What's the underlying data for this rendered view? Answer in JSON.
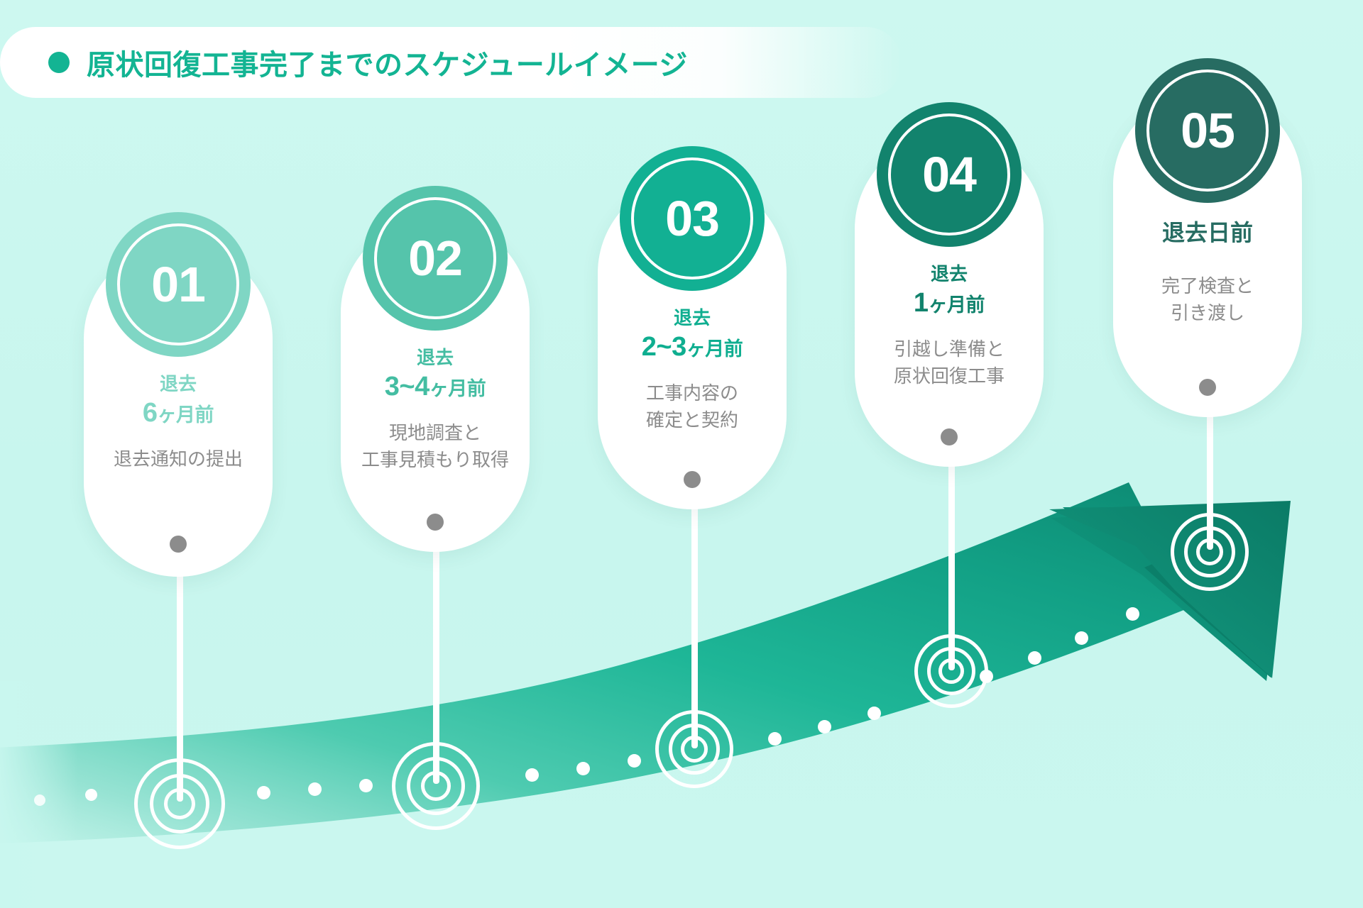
{
  "title": {
    "text": "原状回復工事完了までのスケジュールイメージ",
    "bullet_icon": "circle-bullet-icon",
    "color": "#13b493"
  },
  "colors": {
    "background": "#c9f7ef",
    "ribbon_start": "#9fe6d6",
    "ribbon_end": "#0e8f76",
    "card_background": "#ffffff",
    "description_text": "#8c8c8c",
    "card_dot": "#8c8c8c"
  },
  "steps": [
    {
      "number": "01",
      "when_line1": "退去",
      "when_line2_num": "6",
      "when_line2_unit": "ヶ月前",
      "desc_line1": "退去通知の提出",
      "desc_line2": "",
      "badge_color": "#7fd6c4",
      "text_color": "#7fd6c4"
    },
    {
      "number": "02",
      "when_line1": "退去",
      "when_line2_num": "3~4",
      "when_line2_unit": "ヶ月前",
      "desc_line1": "現地調査と",
      "desc_line2": "工事見積もり取得",
      "badge_color": "#55c4ab",
      "text_color": "#44bda2"
    },
    {
      "number": "03",
      "when_line1": "退去",
      "when_line2_num": "2~3",
      "when_line2_unit": "ヶ月前",
      "desc_line1": "工事内容の",
      "desc_line2": "確定と契約",
      "badge_color": "#12b093",
      "text_color": "#0fae90"
    },
    {
      "number": "04",
      "when_line1": "退去",
      "when_line2_num": "1",
      "when_line2_unit": "ヶ月前",
      "desc_line1": "引越し準備と",
      "desc_line2": "原状回復工事",
      "badge_color": "#12836d",
      "text_color": "#12836d"
    },
    {
      "number": "05",
      "when_line1": "退去日前",
      "when_line2_num": "",
      "when_line2_unit": "",
      "desc_line1": "完了検査と",
      "desc_line2": "引き渡し",
      "badge_color": "#276c62",
      "text_color": "#276c62"
    }
  ]
}
